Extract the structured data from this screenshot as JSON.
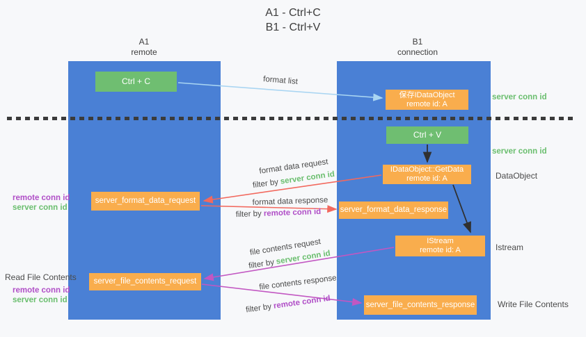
{
  "title": {
    "line1": "A1 - Ctrl+C",
    "line2": "B1 - Ctrl+V"
  },
  "lifelines": {
    "a": {
      "name": "A1",
      "role": "remote"
    },
    "b": {
      "name": "B1",
      "role": "connection"
    }
  },
  "nodes": {
    "ctrl_c": {
      "label": "Ctrl + C"
    },
    "save_dataobject": {
      "line1": "保存IDataObject",
      "line2": "remote id: A"
    },
    "ctrl_v": {
      "label": "Ctrl + V"
    },
    "getdata": {
      "line1": "IDataObject::GetData",
      "line2": "remote id: A"
    },
    "format_request": {
      "label": "server_format_data_request"
    },
    "format_response": {
      "label": "server_format_data_response"
    },
    "istream": {
      "line1": "IStream",
      "line2": "remote id: A"
    },
    "file_request": {
      "label": "server_file_contents_request"
    },
    "file_response": {
      "label": "server_file_contents_response"
    }
  },
  "arrow_labels": {
    "format_list": "format list",
    "format_data_request": "format data request",
    "format_data_response": "format data response",
    "file_contents_request": "file contents request",
    "file_contents_response": "file contents response",
    "filter_by": "filter by",
    "server_conn_id": "server conn id",
    "remote_conn_id": "remote conn id"
  },
  "side_labels": {
    "left_format_remote": "remote conn id",
    "left_format_server": "server conn id",
    "read_file": "Read File Contents",
    "left_file_remote": "remote conn id",
    "left_file_server": "server conn id",
    "right_conn_top": "server conn id",
    "right_conn_mid": "server conn id",
    "dataobject": "DataObject",
    "istream": "Istream",
    "write_file": "Write File Contents"
  },
  "colors": {
    "background": "#f7f8fa",
    "column_blue": "#4a80d5",
    "box_green": "#6fbe71",
    "box_orange": "#f9ad4d",
    "arrow_lightblue": "#a9d5f2",
    "arrow_salmon": "#f2695e",
    "arrow_magenta": "#c257c2",
    "arrow_black": "#303030",
    "text_green": "#6abe6e",
    "text_purple": "#b04fc7",
    "text_dark": "#3d3d3d"
  }
}
